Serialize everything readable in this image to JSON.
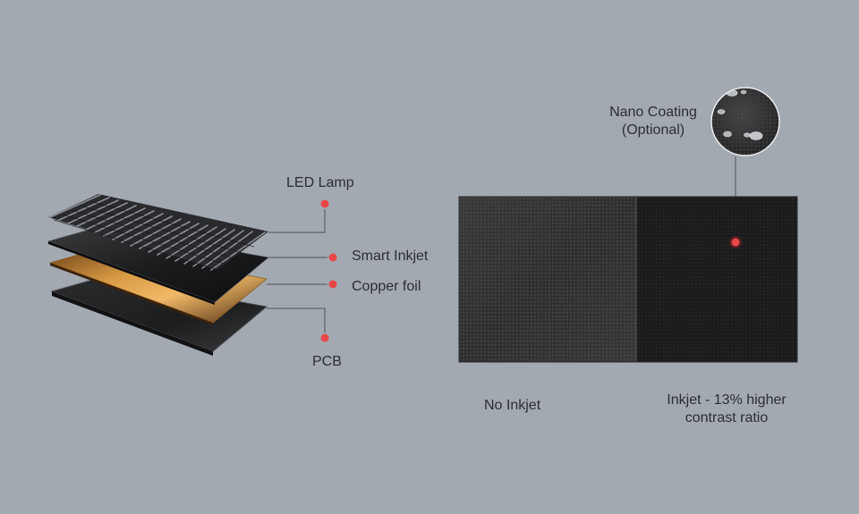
{
  "layers": {
    "led_lamp": "LED Lamp",
    "smart_inkjet": "Smart Inkjet",
    "copper_foil": "Copper foil",
    "pcb": "PCB"
  },
  "coating": {
    "line1": "Nano Coating",
    "line2": "(Optional)"
  },
  "comparison": {
    "left_caption": "No Inkjet",
    "right_caption_line1": "Inkjet - 13% higher",
    "right_caption_line2": "contrast ratio"
  },
  "colors": {
    "background": "#a3a9b1",
    "marker": "#e8474a",
    "copper": "#c98a3a",
    "panel_dark": "#1a1a1c"
  }
}
